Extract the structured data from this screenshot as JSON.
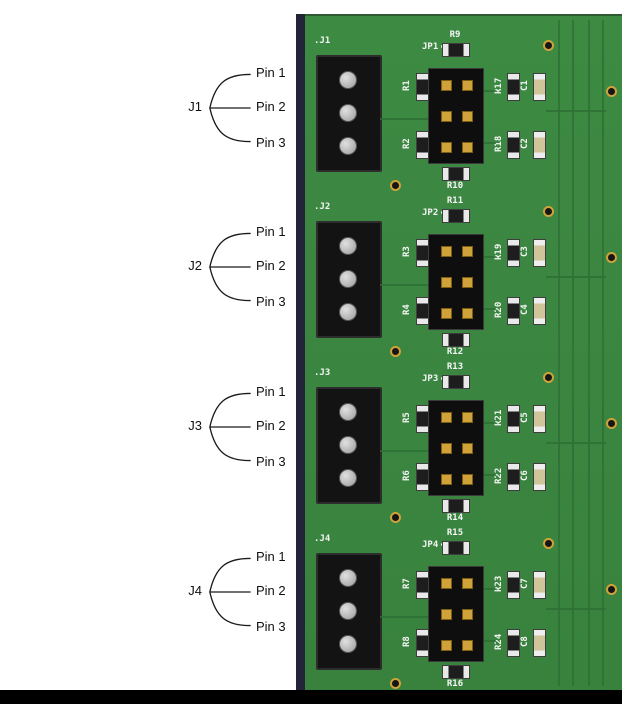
{
  "figure": {
    "background": "#ffffff",
    "bottom_bar_color": "#000000"
  },
  "annotations": {
    "groups": [
      {
        "label": "J1",
        "pins": [
          "Pin 1",
          "Pin 2",
          "Pin 3"
        ]
      },
      {
        "label": "J2",
        "pins": [
          "Pin 1",
          "Pin 2",
          "Pin 3"
        ]
      },
      {
        "label": "J3",
        "pins": [
          "Pin 1",
          "Pin 2",
          "Pin 3"
        ]
      },
      {
        "label": "J4",
        "pins": [
          "Pin 1",
          "Pin 2",
          "Pin 3"
        ]
      }
    ]
  },
  "board": {
    "colors": {
      "base": "#3d8a43",
      "trace": "#2d6e35",
      "silkscreen": "#f5f5f5",
      "pad_gold": "#cfa23a",
      "connector_body": "#131313",
      "pin_silver": "#9a9a9a",
      "edge": "#23233a"
    },
    "sections": [
      {
        "connector_label": ".J1",
        "jumper_label": "JP1",
        "top_resistor": "R9",
        "bottom_resistor": "R10",
        "left_resistors": [
          "R1",
          "R2"
        ],
        "right_top": {
          "resistor": "R17",
          "capacitor": "C1"
        },
        "right_bottom": {
          "resistor": "R18",
          "capacitor": "C2"
        }
      },
      {
        "connector_label": ".J2",
        "jumper_label": "JP2",
        "top_resistor": "R11",
        "bottom_resistor": "R12",
        "left_resistors": [
          "R3",
          "R4"
        ],
        "right_top": {
          "resistor": "R19",
          "capacitor": "C3"
        },
        "right_bottom": {
          "resistor": "R20",
          "capacitor": "C4"
        }
      },
      {
        "connector_label": ".J3",
        "jumper_label": "JP3",
        "top_resistor": "R13",
        "bottom_resistor": "R14",
        "left_resistors": [
          "R5",
          "R6"
        ],
        "right_top": {
          "resistor": "R21",
          "capacitor": "C5"
        },
        "right_bottom": {
          "resistor": "R22",
          "capacitor": "C6"
        }
      },
      {
        "connector_label": ".J4",
        "jumper_label": "JP4",
        "top_resistor": "R15",
        "bottom_resistor": "R16",
        "left_resistors": [
          "R7",
          "R8"
        ],
        "right_top": {
          "resistor": "R23",
          "capacitor": "C7"
        },
        "right_bottom": {
          "resistor": "R24",
          "capacitor": "C8"
        }
      }
    ]
  }
}
